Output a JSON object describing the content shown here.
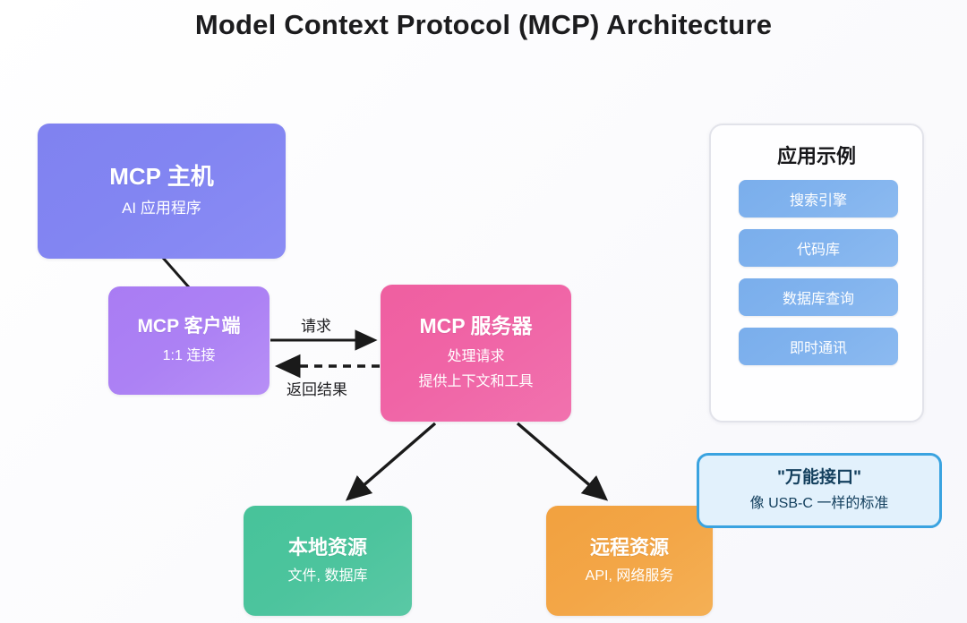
{
  "title": "Model Context Protocol (MCP) Architecture",
  "nodes": {
    "host": {
      "title": "MCP 主机",
      "subtitle": "AI 应用程序",
      "color": "#8285f2"
    },
    "client": {
      "title": "MCP 客户端",
      "subtitle": "1:1 连接",
      "color": "#ac81f4"
    },
    "server": {
      "title": "MCP 服务器",
      "subtitle": "处理请求",
      "subtitle2": "提供上下文和工具",
      "color": "#f064a6"
    },
    "local": {
      "title": "本地资源",
      "subtitle": "文件, 数据库",
      "color": "#4cc49d"
    },
    "remote": {
      "title": "远程资源",
      "subtitle": "API, 网络服务",
      "color": "#f3a647"
    }
  },
  "edges": {
    "request_label": "请求",
    "response_label": "返回结果",
    "arrow_color": "#1a1a1a"
  },
  "apps_panel": {
    "title": "应用示例",
    "items": [
      {
        "label": "搜索引擎"
      },
      {
        "label": "代码库"
      },
      {
        "label": "数据库查询"
      },
      {
        "label": "即时通讯"
      }
    ],
    "item_color": "#81b3ee",
    "border_color": "#e2e3ea"
  },
  "callout": {
    "title": "\"万能接口\"",
    "subtitle": "像 USB-C 一样的标准",
    "background": "#e2f1fc",
    "border_color": "#3aa3e0",
    "text_color": "#14405e"
  }
}
